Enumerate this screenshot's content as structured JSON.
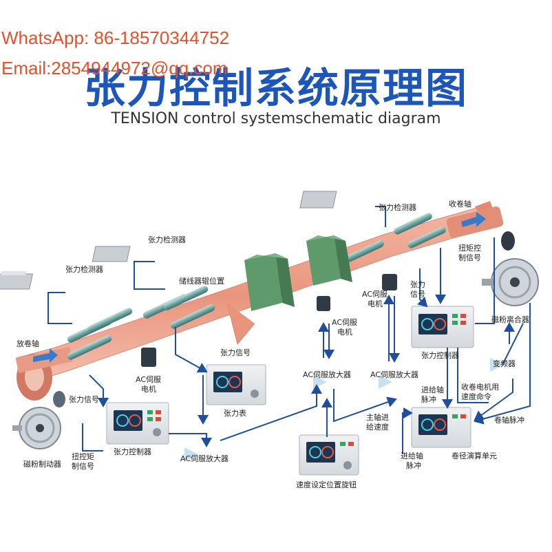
{
  "watermark": {
    "whatsapp": "WhatsApp: 86-18570344752",
    "email": "Email:2854944972@qq.com"
  },
  "header": {
    "title": "张力控制系统原理图",
    "subtitle": "TENSION control systemschematic diagram"
  },
  "labels": {
    "unwind_shaft": "放卷轴",
    "tension_sensor_1": "张力检测器",
    "tension_sensor_2": "张力检测器",
    "tension_sensor_3": "张力检测器",
    "accumulator_roller": "储线器辊位置",
    "rewind_shaft": "收卷轴",
    "torque_signal_top_1": "扭矩控",
    "torque_signal_top_2": "制信号",
    "tension_signal_left": "张力信号",
    "tension_signal_mid": "张力信号",
    "tension_signal_right_1": "张力",
    "tension_signal_right_2": "信号",
    "ac_servo_motor_left_1": "AC伺服",
    "ac_servo_motor_left_2": "电机",
    "ac_servo_motor_mid_1": "AC伺服",
    "ac_servo_motor_mid_2": "电机",
    "ac_servo_motor_right_1": "AC伺服",
    "ac_servo_motor_right_2": "电机",
    "tension_meter": "张力表",
    "ac_servo_amp_bottom": "AC伺服放大器",
    "ac_servo_amp_mid": "AC伺服放大器",
    "ac_servo_amp_right": "AC伺服放大器",
    "tension_controller_left": "张力控制器",
    "tension_controller_right": "张力控制器",
    "magnetic_brake": "磁粉制动器",
    "torque_signal_bottom_1": "扭控矩",
    "torque_signal_bottom_2": "制信号",
    "magnetic_clutch": "磁粉离合器",
    "inverter": "变频器",
    "rewind_motor_speed_1": "收卷电机用",
    "rewind_motor_speed_2": "速度命令",
    "feed_pulse_top_1": "进给轴",
    "feed_pulse_top_2": "脉冲",
    "main_feed_speed_1": "主轴进",
    "main_feed_speed_2": "给速度",
    "speed_knob": "速度设定位置旋钮",
    "feed_pulse_bottom_1": "进给轴",
    "feed_pulse_bottom_2": "脉冲",
    "roll_diameter_unit": "卷径演算单元",
    "reel_pulse": "卷轴脉冲"
  },
  "colors": {
    "title": "#1c56b8",
    "watermark": "#e8502a",
    "arrow": "#1f4f9a",
    "web": "#e9a08a",
    "roller_green": "#5f9a6a",
    "panel": "#e4e8ec"
  }
}
